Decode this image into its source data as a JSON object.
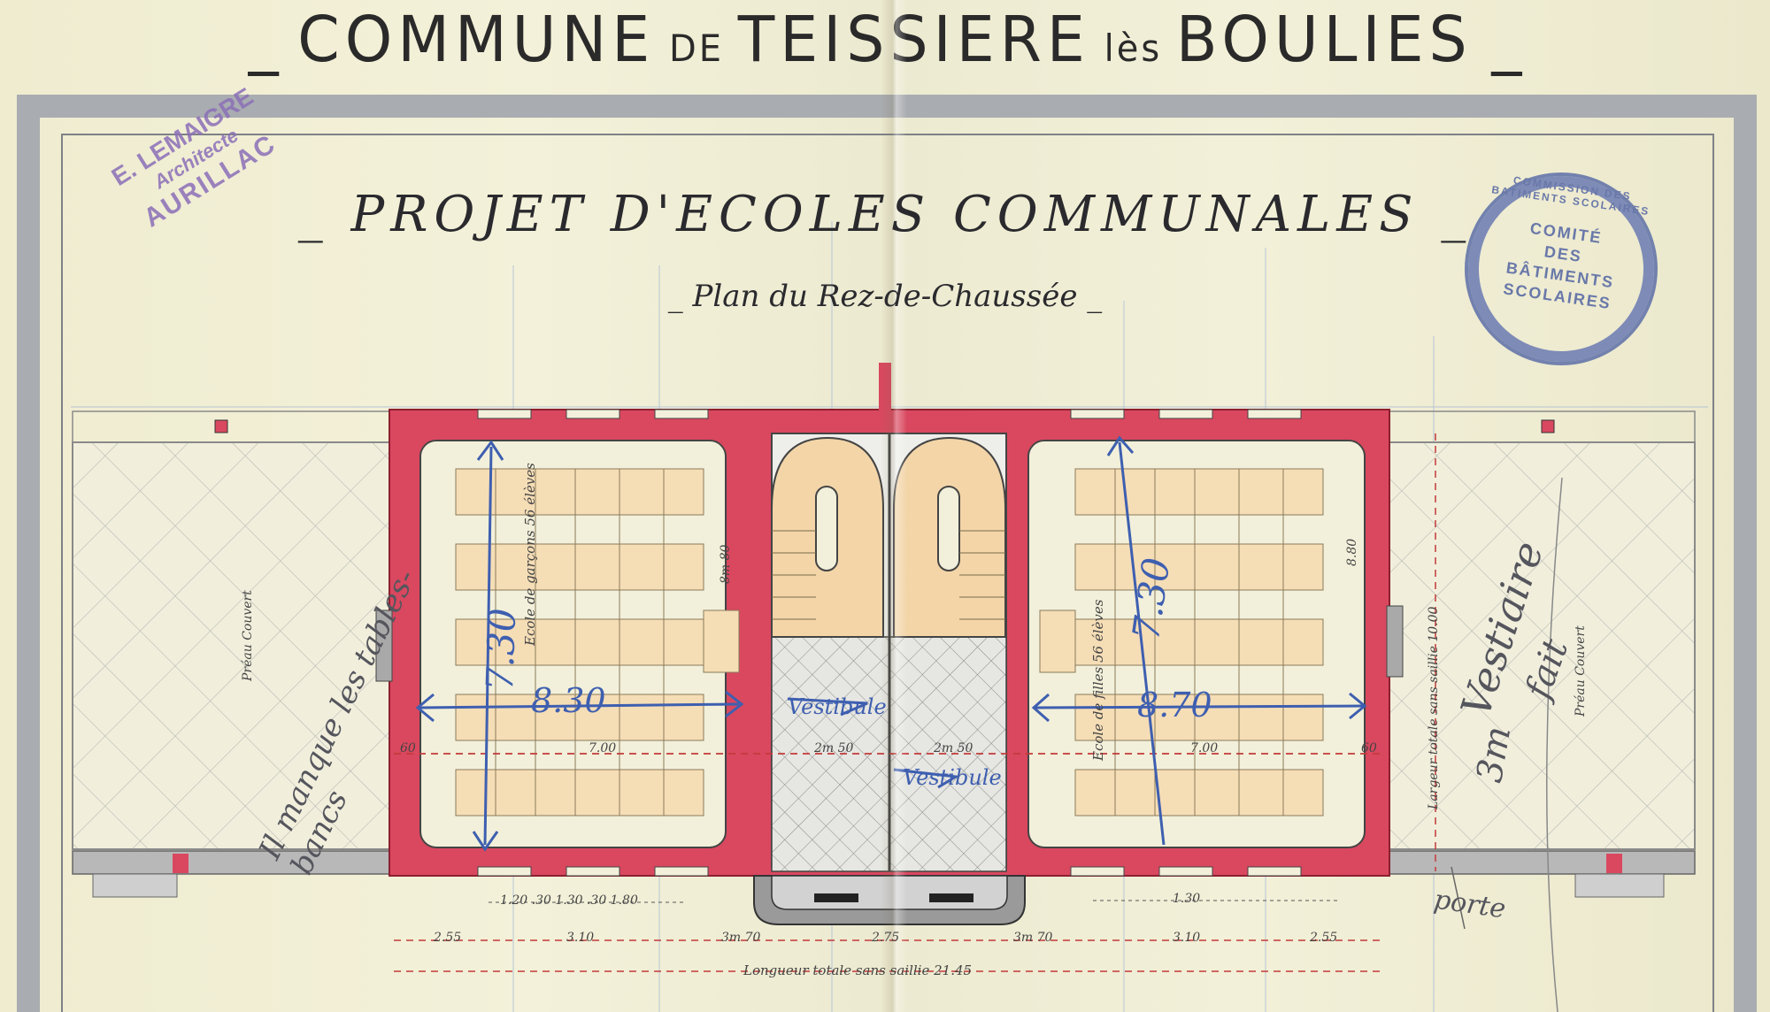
{
  "header": {
    "commune_title_a": "COMMUNE",
    "commune_title_b": "DE",
    "commune_title_c": "TEISSIERE",
    "commune_title_d": "lès",
    "commune_title_e": "BOULIES",
    "project_title": "PROJET D'ECOLES COMMUNALES",
    "plan_subtitle": "Plan du Rez-de-Chaussée"
  },
  "stamps": {
    "architect_name": "E. LEMAIGRE",
    "architect_role": "Architecte",
    "architect_city": "AURILLAC",
    "committee_ring": "COMMISSION DES BATIMENTS SCOLAIRES",
    "committee_center_1": "COMITÉ",
    "committee_center_2": "DES",
    "committee_center_3": "BÂTIMENTS",
    "committee_center_4": "SCOLAIRES"
  },
  "rooms": {
    "left_class_label": "Ecole de garçons 56 élèves",
    "right_class_label": "Ecole de filles 56 élèves",
    "left_preau": "Préau Couvert",
    "right_preau": "Préau Couvert"
  },
  "dimensions": {
    "left_width": "7.00",
    "right_width": "7.00",
    "hall_left": "2m 50",
    "hall_right": "2m 50",
    "margin_left": "60",
    "margin_right": "60",
    "depth_left": "8m 80",
    "depth_right": "8.80",
    "window_row_left": "1.20  .30  1.30  .30  1.80",
    "window_row_right": "1.30",
    "seg1": "2.55",
    "seg2": "3.10",
    "seg3": "3m 70",
    "seg4": "2.75",
    "seg5": "3m 70",
    "seg6": "3.10",
    "seg7": "2.55",
    "total_length": "Longueur totale sans saillie 21.45",
    "total_width": "Largeur totale sans saillie 10.00"
  },
  "annotations": {
    "left_note": "Il manque les tables-bancs",
    "left_blue_vertical": "7.30",
    "left_blue_horizontal": "8.30",
    "center_blue_1": "Vestibule",
    "center_blue_2": "Vestibule",
    "right_blue_vertical": "7.30",
    "right_blue_horizontal": "8.70",
    "right_note_vestiaire": "Vestiaire",
    "right_note_fait": "fait",
    "right_note_3m": "3m",
    "right_note_porte": "porte"
  },
  "colors": {
    "paper": "#f0eed4",
    "wall": "#d9485f",
    "wall_light": "#e06b7d",
    "border_grey": "#a9acb0",
    "ink": "#2b2a2a",
    "blue_pencil": "#3e5fb0",
    "red_dash": "#c33a3a",
    "stair_fill": "#f3d5a8",
    "desk_fill": "#f5ddb6"
  }
}
